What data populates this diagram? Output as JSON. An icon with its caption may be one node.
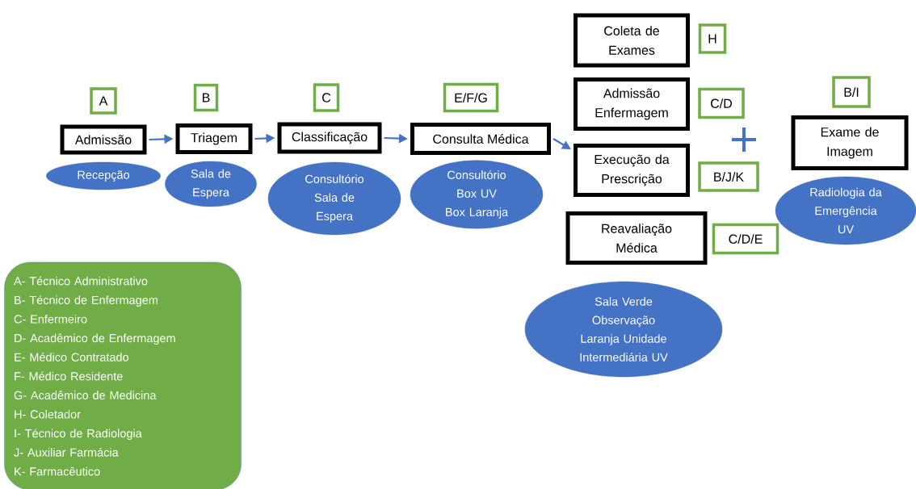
{
  "diagram": {
    "nodes": [
      {
        "text": [
          "A"
        ]
      },
      {
        "text": [
          "Admissão"
        ]
      },
      {
        "text": [
          "Recepção"
        ]
      },
      {
        "text": [
          "B"
        ]
      },
      {
        "text": [
          "Triagem"
        ]
      },
      {
        "text": [
          "Sala de Espera"
        ]
      },
      {
        "text": [
          "C"
        ]
      },
      {
        "text": [
          "Classificação"
        ]
      },
      {
        "text": [
          "Consultório Sala de Espera"
        ]
      },
      {
        "text": [
          "E/F/G"
        ]
      },
      {
        "text": [
          "Consulta Médica"
        ]
      },
      {
        "text": [
          "Consultório Box UV Box Laranja"
        ]
      },
      {
        "text": [
          "Coleta de Exames"
        ]
      },
      {
        "text": [
          "H"
        ]
      },
      {
        "text": [
          "Admissão Enfermagem"
        ]
      },
      {
        "text": [
          "C/D"
        ]
      },
      {
        "text": [
          "Execução da Prescrição"
        ]
      },
      {
        "text": [
          "B/J/K"
        ]
      },
      {
        "text": [
          "Reavaliação Médica"
        ]
      },
      {
        "text": [
          "C/D/E"
        ]
      },
      {
        "text": [
          "B/I"
        ]
      },
      {
        "text": [
          "Exame de Imagem"
        ]
      },
      {
        "text": [
          "Radiologia da Emergência UV"
        ]
      },
      {
        "text": [
          "Sala Verde Observação Laranja Unidade Intermediária UV"
        ]
      },
      {
        "text": [
          "A- Técnico Administrativo",
          "B- Técnico de Enfermagem",
          "C- Enfermeiro",
          "D- Acadêmico de Enfermagem",
          "E- Médico Contratado",
          "F- Médico Residente",
          "G- Acadêmico de Medicina",
          "H- Coletador",
          "I- Técnico de Radiologia",
          "J- Auxiliar Farmácia",
          "K- Farmacêutico"
        ]
      }
    ],
    "edges": [
      {
        "from": 1,
        "to": 4,
        "arrow": "to"
      },
      {
        "from": 4,
        "to": 7,
        "arrow": "to"
      },
      {
        "from": 7,
        "to": 10,
        "arrow": "to"
      },
      {
        "from": 10,
        "to": 16,
        "arrow": "to"
      }
    ]
  }
}
